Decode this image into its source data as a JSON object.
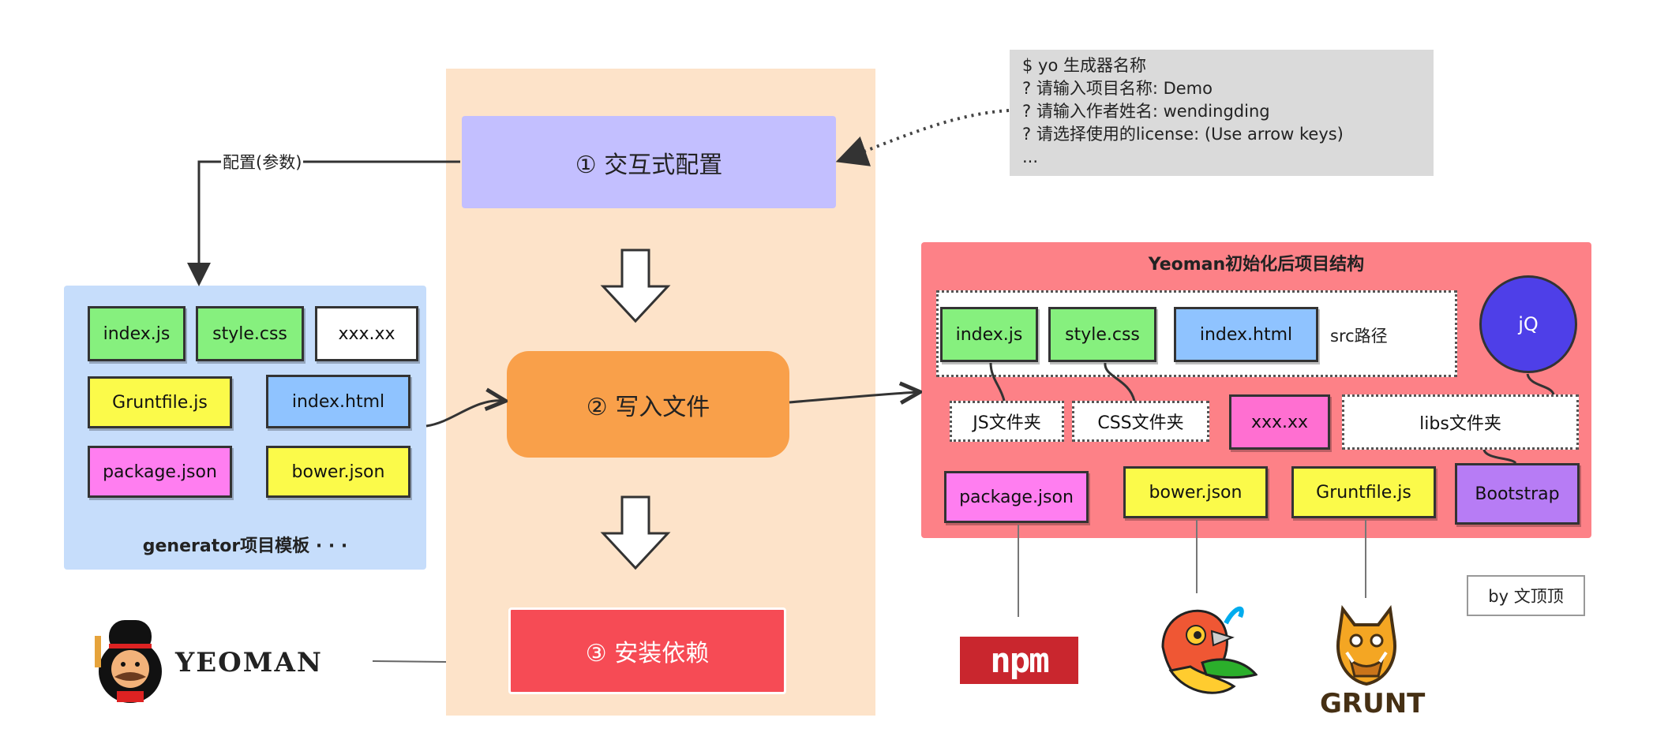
{
  "steps": {
    "step1": "① 交互式配置",
    "step2": "② 写入文件",
    "step3": "③ 安装依赖"
  },
  "console_lines": [
    "$ yo 生成器名称",
    "? 请输入项目名称: Demo",
    "? 请输入作者姓名: wendingding",
    "? 请选择使用的license: (Use arrow keys)",
    "..."
  ],
  "config_label": "配置(参数)",
  "template": {
    "caption": "generator项目模板 · · ·",
    "files": [
      "index.js",
      "style.css",
      "xxx.xx",
      "Gruntfile.js",
      "index.html",
      "package.json",
      "bower.json"
    ]
  },
  "result": {
    "title": "Yeoman初始化后项目结构",
    "src_files": [
      "index.js",
      "style.css",
      "index.html"
    ],
    "src_label": "src路径",
    "js_folder": "JS文件夹",
    "css_folder": "CSS文件夹",
    "xxx": "xxx.xx",
    "libs_folder": "libs文件夹",
    "jq": "jQ",
    "root_files": [
      "package.json",
      "bower.json",
      "Gruntfile.js"
    ],
    "bootstrap": "Bootstrap"
  },
  "logos": {
    "yeoman": "YEOMAN",
    "npm": "npm",
    "grunt": "GRUNT"
  },
  "byline": "by 文顶顶",
  "colors": {
    "step1": "#c3bfff",
    "step2": "#f9a04a",
    "step3": "#f64b55",
    "main_column": "#fde3c9",
    "template_panel": "#c6ddfb",
    "result_panel": "#fd8187"
  }
}
